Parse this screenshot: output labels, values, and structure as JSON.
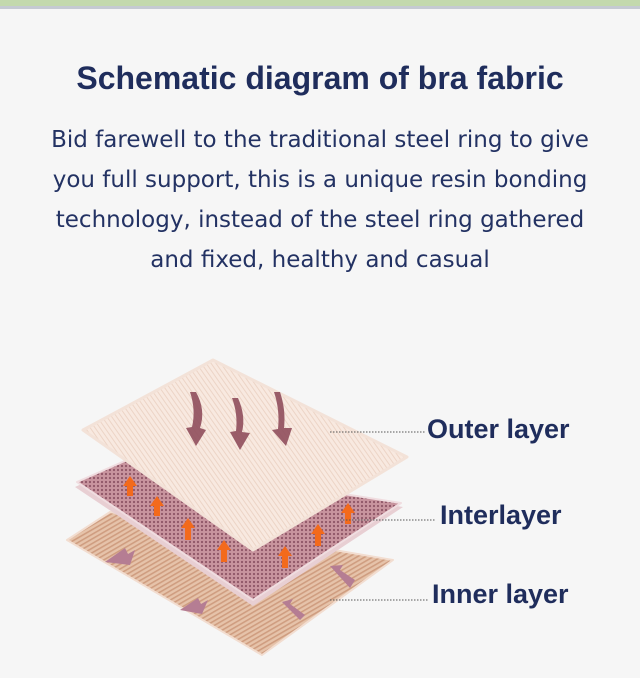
{
  "title": "Schematic diagram of bra fabric",
  "description": "Bid farewell to the traditional steel ring to give you full support, this is a unique resin bonding technology, instead of the steel ring gathered and fixed, healthy and casual",
  "labels": {
    "outer": "Outer layer",
    "inter": "Interlayer",
    "inner": "Inner layer"
  },
  "colors": {
    "title": "#1f2d5c",
    "outer_layer": "#f7e6dc",
    "inter_layer": "#b98592",
    "inner_layer": "#e0b99f"
  }
}
